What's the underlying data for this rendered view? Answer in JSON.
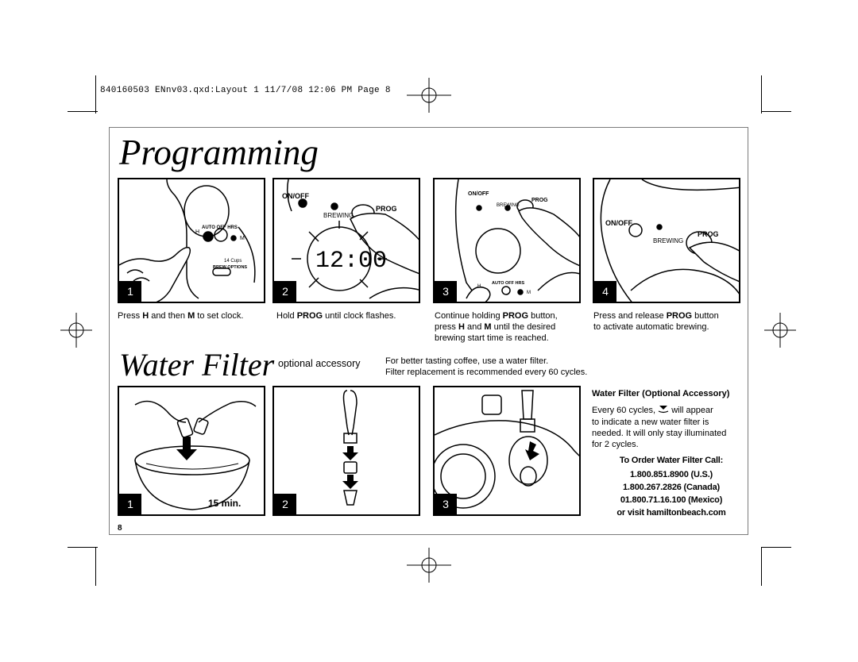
{
  "slug_line": "840160503 ENnv03.qxd:Layout 1  11/7/08  12:06 PM  Page 8",
  "title": "Programming",
  "programming_steps": [
    {
      "number": "1",
      "caption_pre": "Press ",
      "b1": "H",
      "mid1": " and then ",
      "b2": "M",
      "post": " to set clock."
    },
    {
      "number": "2",
      "caption_pre": "Hold ",
      "b1": "PROG",
      "post": " until clock flashes."
    },
    {
      "number": "3",
      "line1_pre": "Continue holding ",
      "line1_b": "PROG",
      "line1_post": " button,",
      "line2_pre": "press ",
      "line2_b1": "H",
      "line2_mid": " and ",
      "line2_b2": "M",
      "line2_post": " until the desired",
      "line3": "brewing start time is reached."
    },
    {
      "number": "4",
      "line1_pre": "Press and release ",
      "line1_b": "PROG",
      "line1_post": " button",
      "line2": "to activate automatic brewing."
    }
  ],
  "illustration_labels": {
    "on_off": "ON/OFF",
    "brewing": "BREWING",
    "prog": "PROG",
    "auto_off_hrs": "AUTO OFF HRS",
    "h": "H",
    "m": "M",
    "cups": "14 Cups",
    "brew_options": "BREW OPTIONS",
    "clock": "12:00"
  },
  "water_filter": {
    "title": "Water Filter",
    "optional": "optional accessory",
    "intro_line1": "For better tasting coffee, use a water filter.",
    "intro_line2": "Filter replacement is recommended every 60 cycles.",
    "step_numbers": [
      "1",
      "2",
      "3"
    ],
    "soak_time": "15 min.",
    "side_heading": "Water Filter (Optional Accessory)",
    "side_line1_pre": "Every 60 cycles,",
    "side_line1_post": "will appear",
    "side_line2": "to indicate a new water filter is",
    "side_line3": "needed. It will only stay illuminated",
    "side_line4": "for 2 cycles.",
    "order_heading": "To Order Water Filter Call:",
    "phone_us": "1.800.851.8900 (U.S.)",
    "phone_canada": "1.800.267.2826 (Canada)",
    "phone_mexico": "01.800.71.16.100 (Mexico)",
    "website": "or visit hamiltonbeach.com"
  },
  "page_number": "8"
}
